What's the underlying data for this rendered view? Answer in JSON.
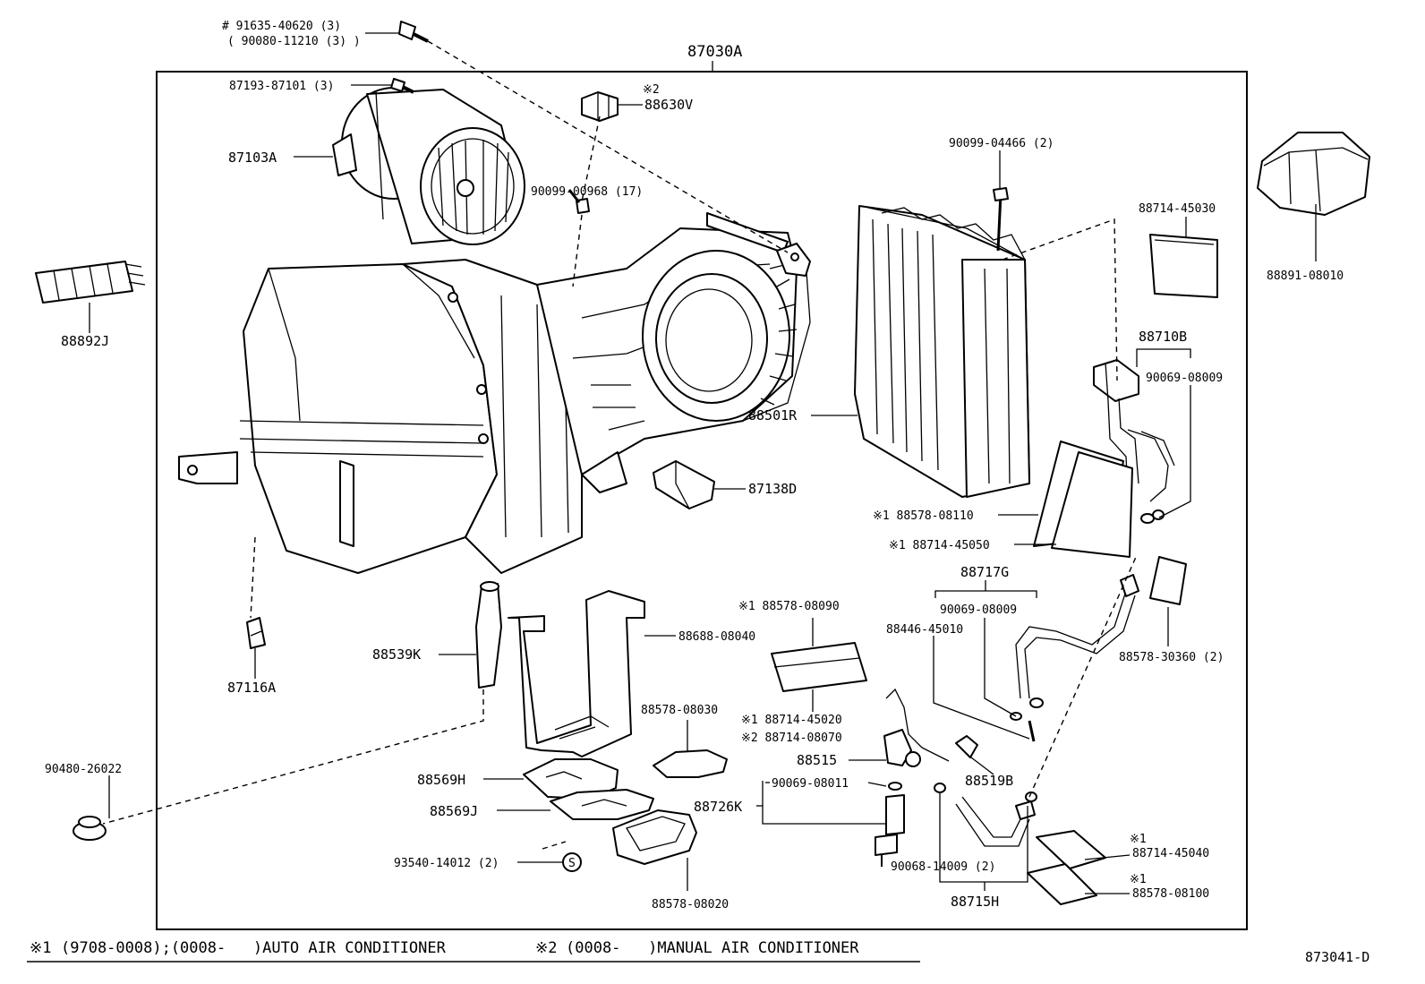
{
  "assembly_label": "87030A",
  "diagram_ref": "873041-D",
  "footnote": {
    "note1_mark": "※1",
    "note1_text": "(9708-0008);(0008-   )AUTO AIR CONDITIONER",
    "note2_mark": "※2",
    "note2_text": "(0008-   )MANUAL AIR CONDITIONER"
  },
  "labels": {
    "p91635": "# 91635-40620 (3)",
    "p90080": "( 90080-11210 (3) )",
    "p87193": "87193-87101 (3)",
    "p87103A": "87103A",
    "p88630V_mark": "※2",
    "p88630V": "88630V",
    "p90099_968": "90099-00968 (17)",
    "p90099_466": "90099-04466 (2)",
    "p88714_030": "88714-45030",
    "p88891": "88891-08010",
    "p88892J": "88892J",
    "p88710B": "88710B",
    "p90069_009a": "90069-08009",
    "p88501R": "88501R",
    "p87138D": "87138D",
    "p88578_110": "※1 88578-08110",
    "p88714_050": "※1 88714-45050",
    "p88717G": "88717G",
    "p90069_009b": "90069-08009",
    "p88446": "88446-45010",
    "p88578_090": "※1 88578-08090",
    "p88688": "88688-08040",
    "p88539K": "88539K",
    "p87116A": "87116A",
    "p88578_360": "88578-30360 (2)",
    "p88578_030": "88578-08030",
    "p88714_020": "※1 88714-45020",
    "p88714_070": "※2 88714-08070",
    "p88515": "88515",
    "p88519B": "88519B",
    "p90480": "90480-26022",
    "p88569H": "88569H",
    "p88726K": "88726K",
    "p90069_011": "90069-08011",
    "p88569J": "88569J",
    "p93540": "93540-14012 (2)",
    "p93540_mark": "S",
    "p88578_020": "88578-08020",
    "p90068": "90068-14009 (2)",
    "p88715H": "88715H",
    "p88714_040_mark": "※1",
    "p88714_040": "88714-45040",
    "p88578_100_mark": "※1",
    "p88578_100": "88578-08100"
  }
}
